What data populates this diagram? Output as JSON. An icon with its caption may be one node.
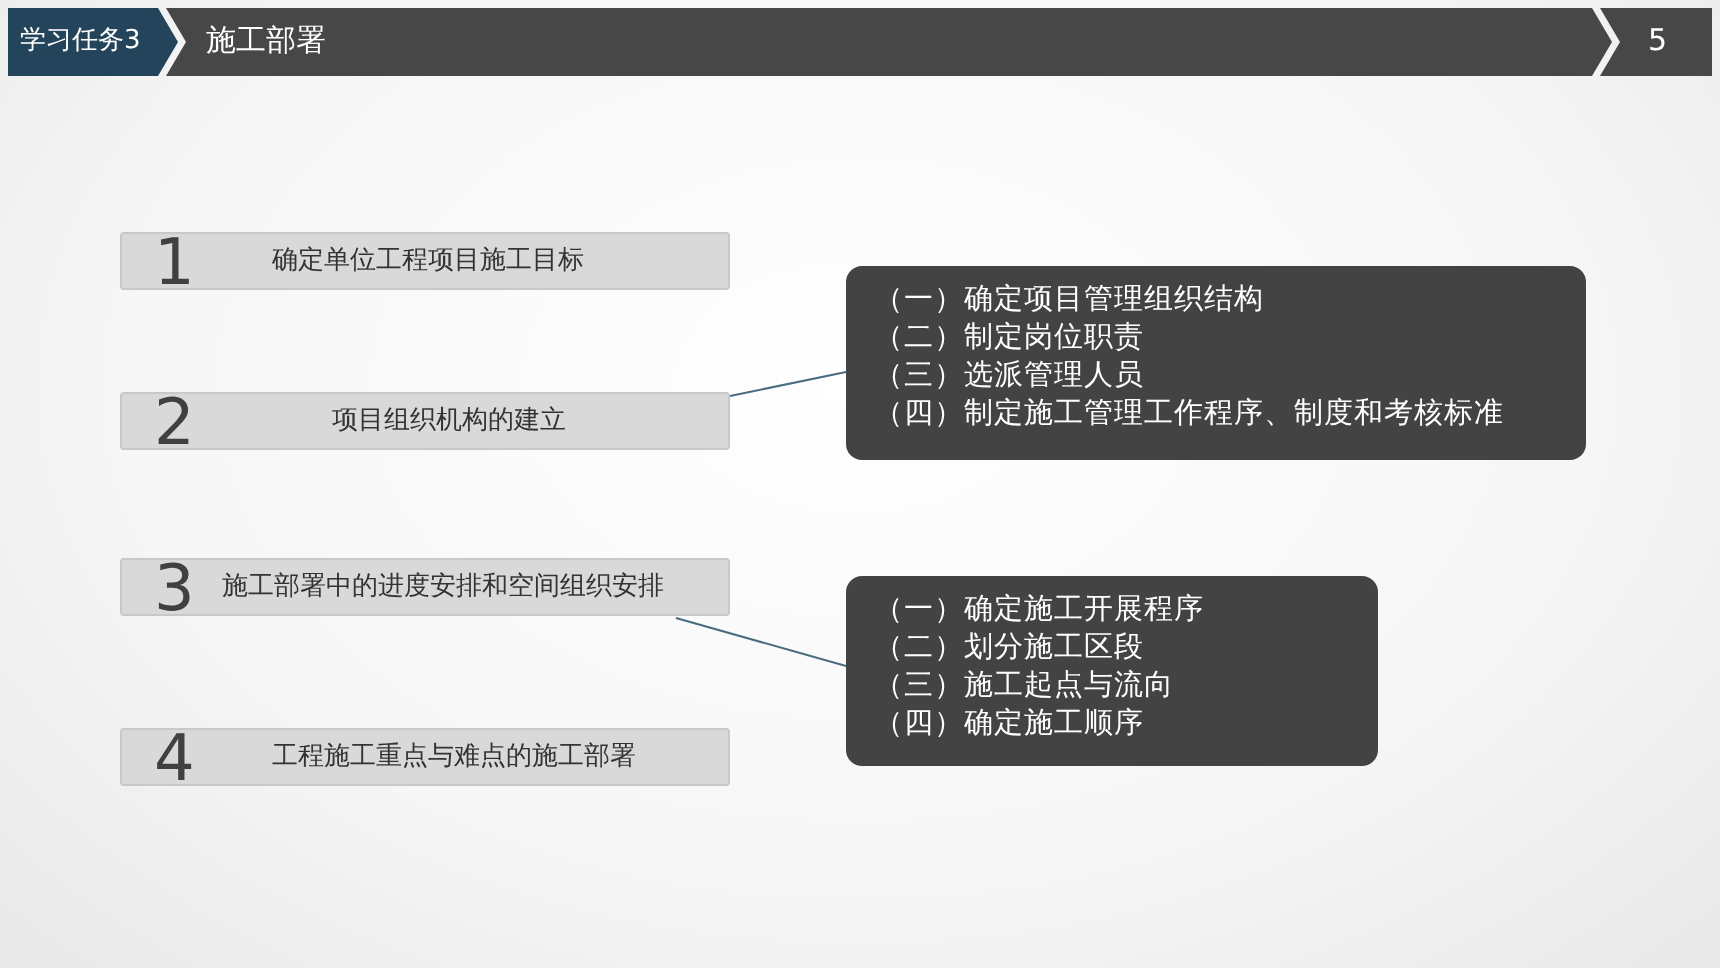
{
  "diagram": {
    "title": "施工部署",
    "nodes": [
      {
        "text": [
          "1",
          "确定单位工程项目施工目标"
        ]
      },
      {
        "text": [
          "2",
          "项目组织机构的建立"
        ]
      },
      {
        "text": [
          "3",
          "施工部署中的进度安排和空间组织安排"
        ]
      },
      {
        "text": [
          "4",
          "工程施工重点与难点的施工部署"
        ]
      },
      {
        "text": [
          "（一）确定项目管理组织结构",
          "（二）制定岗位职责",
          "（三）选派管理人员",
          "（四）制定施工管理工作程序、制度和考核标准"
        ]
      },
      {
        "text": [
          "（一）确定施工开展程序",
          "（二）划分施工区段",
          "（三）施工起点与流向",
          "（四）确定施工顺序"
        ]
      }
    ],
    "edges": [
      {
        "from": 1,
        "to": 4,
        "arrow": "none"
      },
      {
        "from": 2,
        "to": 5,
        "arrow": "none"
      }
    ],
    "labels": [
      "学习任务3",
      "5"
    ]
  }
}
